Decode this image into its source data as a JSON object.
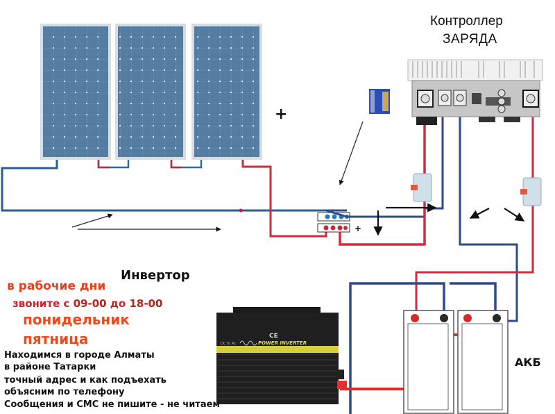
{
  "diagram": {
    "controller": {
      "title": "Контроллер",
      "subtitle": "ЗАРЯДА"
    },
    "inverter": {
      "label": "Инвертор",
      "faceplate_text": "POWER INVERTER",
      "faceplate_small": "DC To AC",
      "ce_mark": "CE"
    },
    "battery": {
      "label": "АКБ",
      "count": 2
    },
    "solar_panels": {
      "count": 3,
      "polarity_label": "+"
    },
    "junction_polarity_label": "+",
    "colors": {
      "positive_wire": "#d7283c",
      "negative_wire": "#2d4a8a",
      "panel_link": "#2c6da0",
      "panel_fill": "#5d83a8"
    }
  },
  "contact": {
    "workdays": "в рабочие дни",
    "call_prefix": "звоните с ",
    "call_from": "09-00",
    "call_mid": " до ",
    "call_to": "18-00",
    "day_from": "понидельник",
    "day_to": "пятница",
    "lines": [
      "Находимся в городе Алматы",
      "в районе Татарки",
      "точный адрес и как подъехать",
      "объясним по телефону",
      "Сообщения и СМС не пишите - не читаем"
    ]
  }
}
